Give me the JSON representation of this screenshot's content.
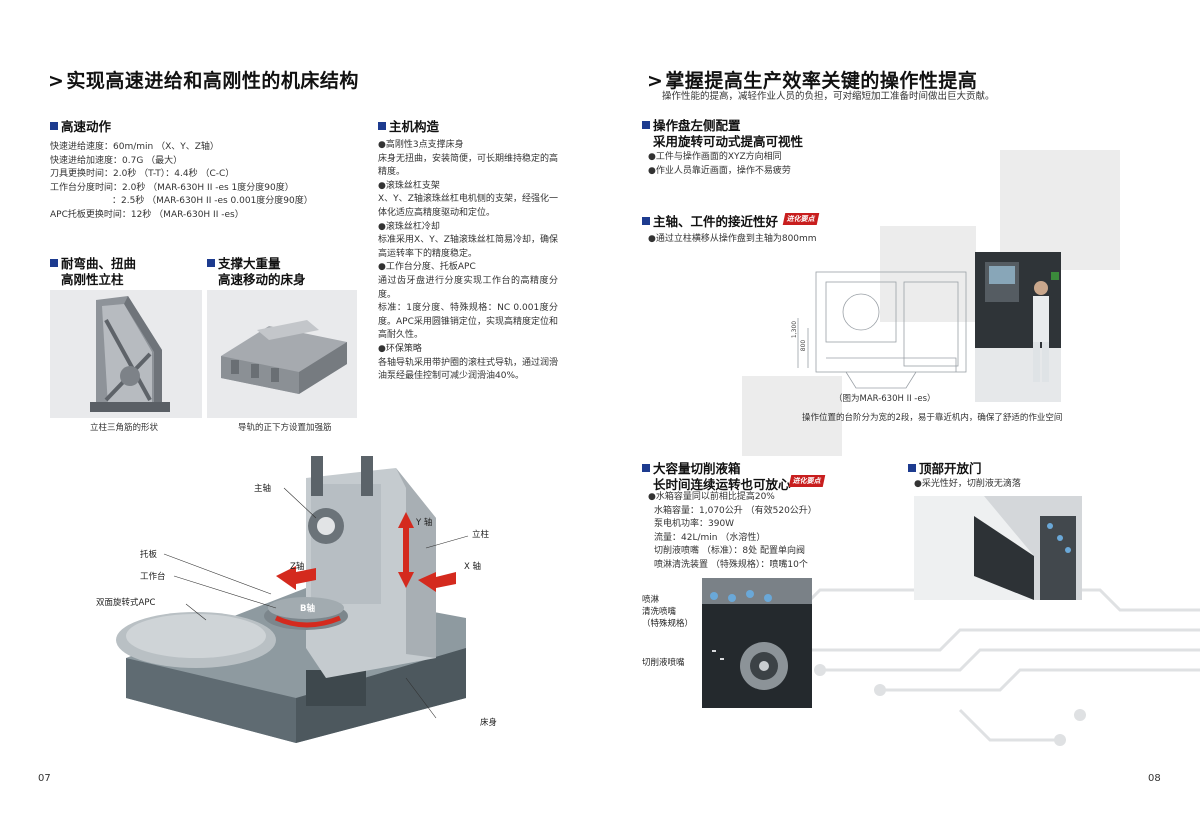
{
  "left": {
    "title_arrow": ">",
    "title": "实现高速进给和高刚性的机床结构",
    "speed": {
      "heading": "高速动作",
      "lines": [
        "快速进给速度：60m/min （X、Y、Z轴）",
        "快速进给加速度：0.7G （最大）",
        "刀具更换时间：2.0秒 （T-T）：4.4秒 （C-C）",
        "工作台分度时间：2.0秒 （MAR-630H II -es 1度分度90度）",
        "：2.5秒 （MAR-630H II -es 0.001度分度90度）",
        "APC托板更换时间：12秒 （MAR-630H II -es）"
      ]
    },
    "main_structure": {
      "heading": "主机构造",
      "text": "●高刚性3点支撑床身\n床身无扭曲，安装简便，可长期维持稳定的高精度。\n●滚珠丝杠支架\nX、Y、Z轴滚珠丝杠电机侧的支架，经强化一体化适应高精度驱动和定位。\n●滚珠丝杠冷却\n标准采用X、Y、Z轴滚珠丝杠简易冷却，确保高运转率下的精度稳定。\n●工作台分度、托板APC\n通过齿牙盘进行分度实现工作台的高精度分度。\n标准：1度分度、特殊规格：NC 0.001度分度。APC采用圆锥销定位，实现高精度定位和高耐久性。\n●环保策略\n各轴导轨采用带护圈的滚柱式导轨，通过润滑油泵经最佳控制可减少润滑油40%。"
    },
    "column": {
      "heading_l1": "耐弯曲、扭曲",
      "heading_l2": "高刚性立柱",
      "caption": "立柱三角筋的形状"
    },
    "bed": {
      "heading_l1": "支撑大重量",
      "heading_l2": "高速移动的床身",
      "caption": "导轨的正下方设置加强筋"
    },
    "diagram_labels": {
      "spindle": "主轴",
      "pallet": "托板",
      "table": "工作台",
      "apc": "双面旋转式APC",
      "y_axis": "Y 轴",
      "column": "立柱",
      "z_axis": "Z轴",
      "x_axis": "X 轴",
      "b_axis": "B轴",
      "bed": "床身"
    },
    "page_number": "07"
  },
  "right": {
    "title_arrow": ">",
    "title": "掌握提高生产效率关键的操作性提高",
    "subtitle": "操作性能的提高，减轻作业人员的负担，可对缩短加工准备时间做出巨大贡献。",
    "panel": {
      "heading_l1": "操作盘左侧配置",
      "heading_l2": "采用旋转可动式提高可视性",
      "lines": [
        "●工件与操作画面的XYZ方向相同",
        "●作业人员靠近画面，操作不易疲劳"
      ]
    },
    "access": {
      "heading": "主轴、工件的接近性好",
      "badge": "进化要点",
      "line": "●通过立柱横移从操作盘到主轴为800mm",
      "dim_1": "1,300",
      "dim_2": "800",
      "drawing_caption": "（图为MAR-630H II -es）",
      "caption": "操作位置的台阶分为宽的2段，易于靠近机内，确保了舒适的作业空间"
    },
    "coolant": {
      "heading_l1": "大容量切削液箱",
      "heading_l2": "长时间连续运转也可放心",
      "badge": "进化要点",
      "lines": [
        "●水箱容量同以前相比提高20%",
        "水箱容量：1,070公升 （有效520公升）",
        "泵电机功率：390W",
        "流量：42L/min （水溶性）",
        "切削液喷嘴 （标准）：8处 配置单向阀",
        "喷淋清洗装置 （特殊规格）：喷嘴10个"
      ],
      "label_shower_1": "喷淋",
      "label_shower_2": "清洗喷嘴",
      "label_shower_3": "（特殊规格）",
      "label_nozzle": "切削液喷嘴"
    },
    "top_door": {
      "heading": "顶部开放门",
      "line": "●采光性好，切削液无滴落"
    },
    "page_number": "08"
  },
  "colors": {
    "accent_blue": "#1d3b8f",
    "badge_red": "#c81e1e",
    "arrow_red": "#d42a1e",
    "text": "#222222"
  }
}
